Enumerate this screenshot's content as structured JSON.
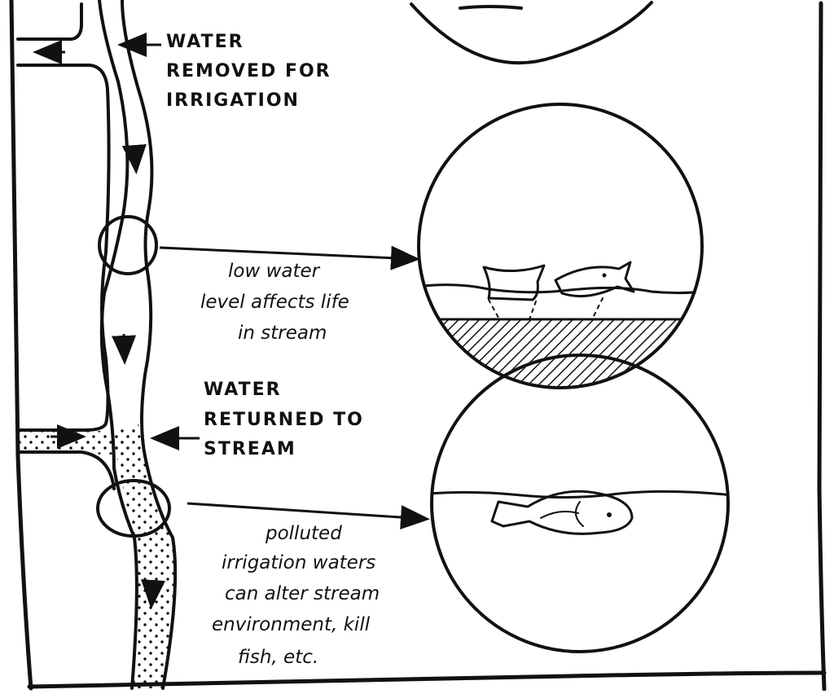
{
  "labels": {
    "water_removed": [
      "WATER",
      "REMOVED FOR",
      "IRRIGATION"
    ],
    "low_water": [
      "low water",
      "level affects life",
      "in stream"
    ],
    "water_returned": [
      "WATER",
      "RETURNED TO",
      "STREAM"
    ],
    "polluted": [
      "polluted",
      "irrigation waters",
      "can alter stream",
      "environment, kill",
      "fish, etc."
    ]
  },
  "colors": {
    "ink": "#111111",
    "paper": "#ffffff"
  }
}
